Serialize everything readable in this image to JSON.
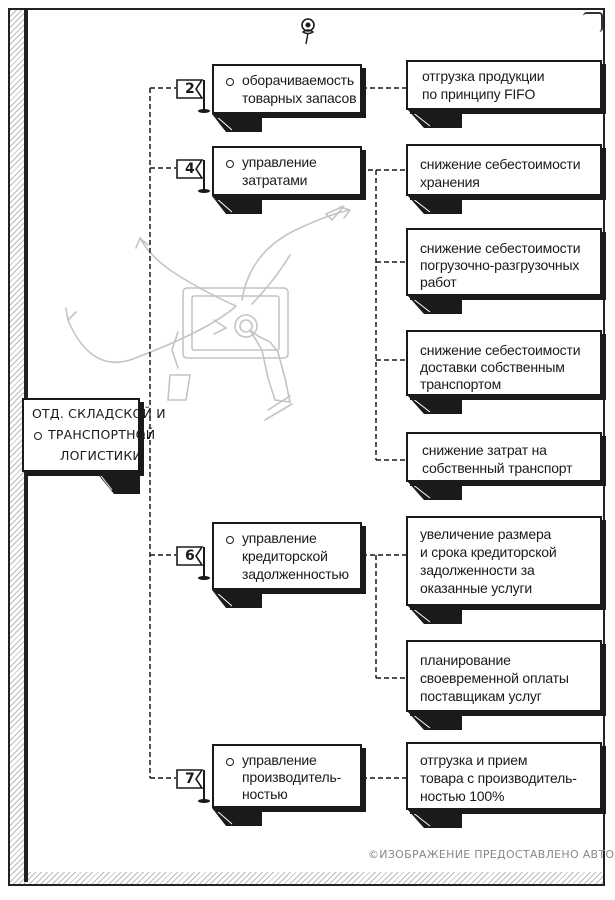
{
  "root": {
    "line1": "ОТД. СКЛАДСКОЙ И",
    "line2": "ТРАНСПОРТНОЙ",
    "line3": "ЛОГИСТИКИ"
  },
  "categories": [
    {
      "number": "2",
      "lines": [
        "оборачиваемость",
        "товарных запасов"
      ]
    },
    {
      "number": "4",
      "lines": [
        "управление",
        "затратами"
      ]
    },
    {
      "number": "6",
      "lines": [
        "управление",
        "кредиторской",
        "задолженностью"
      ]
    },
    {
      "number": "7",
      "lines": [
        "управление",
        "производитель-",
        "ностью"
      ]
    }
  ],
  "actions": [
    {
      "lines": [
        "отгрузка продукции",
        "по принципу FIFO"
      ]
    },
    {
      "lines": [
        "снижение себестоимости",
        "хранения"
      ]
    },
    {
      "lines": [
        "снижение себестоимости",
        "погрузочно-разгрузочных",
        "работ"
      ]
    },
    {
      "lines": [
        "снижение себестоимости",
        "доставки собственным",
        "транспортом"
      ]
    },
    {
      "lines": [
        "снижение затрат на",
        "собственный транспорт"
      ]
    },
    {
      "lines": [
        "увеличение размера",
        "и срока кредиторской",
        "задолженности за",
        "оказанные услуги"
      ]
    },
    {
      "lines": [
        "планирование",
        "своевременной оплаты",
        "поставщикам услуг"
      ]
    },
    {
      "lines": [
        "отгрузка и прием",
        "товара с производитель-",
        "ностью 100%"
      ]
    }
  ],
  "watermark": "©ИЗОБРАЖЕНИЕ ПРЕДОСТАВЛЕНО АВТОРАМИ",
  "icons": [
    "pin-icon",
    "tablet-hand-illustration"
  ]
}
